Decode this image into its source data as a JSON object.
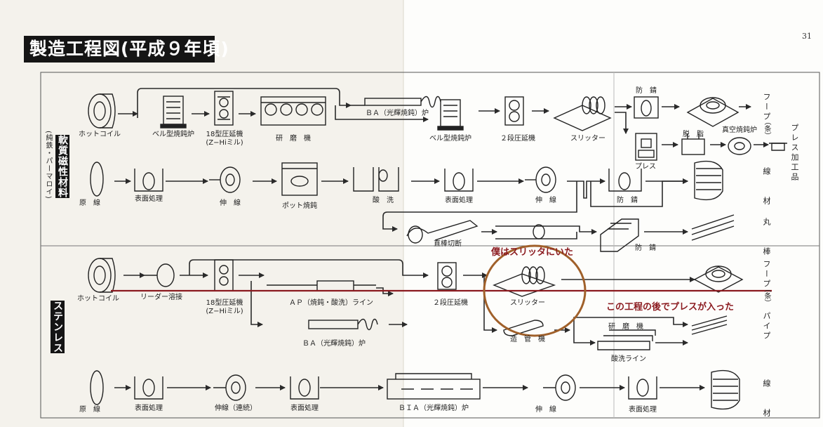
{
  "header": {
    "title": "製造工程図(平成９年頃)",
    "page_number": "31"
  },
  "categories": {
    "soft_magnetic": "軟質磁性材料",
    "soft_magnetic_sub": "(純鉄・パーマロイ)",
    "stainless": "ステンレス"
  },
  "rows": {
    "r1": {
      "hot_coil": "ホットコイル",
      "bell_furnace": "ベル型焼鈍炉",
      "mill18": "18型圧延機",
      "mill18_sub": "(Z−Hiミル)",
      "grinder": "研　磨　機",
      "ba": "ＢＡ（光輝焼鈍）炉",
      "bell_furnace2": "ベル型焼鈍炉",
      "mill2": "２段圧延機",
      "slitter": "スリッター"
    },
    "r2": {
      "raw_wire": "原　線",
      "surface": "表面処理",
      "drawing": "伸　線",
      "pot": "ポット焼鈍",
      "pickling": "酸　洗",
      "surface2": "表面処理",
      "drawing2": "伸　線",
      "rustproof": "防　錆"
    },
    "r3": {
      "straighten": "直棒切断",
      "rustproof": "防　錆"
    },
    "r4": {
      "hot_coil": "ホットコイル",
      "welding": "リーダー溶接",
      "mill18": "18型圧延機",
      "mill18_sub": "(Z−Hiミル)",
      "ap": "ＡＰ（焼鈍・酸洗）ライン",
      "mill2": "２段圧延機",
      "slitter": "スリッター"
    },
    "r5": {
      "ba": "ＢＡ（光輝焼鈍）炉",
      "pipe": "造　管　機",
      "grinder": "研　磨　機",
      "washing": "酸洗ライン"
    },
    "r6": {
      "raw_wire": "原　線",
      "surface": "表面処理",
      "drawing": "伸線（連続）",
      "surface2": "表面処理",
      "ba": "ＢＩＡ（光輝焼鈍）炉",
      "drawing2": "伸　線",
      "surface3": "表面処理"
    }
  },
  "right_column": {
    "rustproof": "防　錆",
    "hoop": "フープ",
    "hoop_sub": "（条）",
    "degrease": "脱　脂",
    "vacuum": "真空焼鈍炉",
    "press": "プレス",
    "press_work": "プレス加工品",
    "wire": "線　材",
    "round_bar": "丸　棒",
    "hoop2": "フープ",
    "hoop2_sub": "（条）",
    "pipe": "パイプ",
    "wire2": "線　材"
  },
  "annotations": {
    "slitter_note": "僕はスリッタにいた",
    "press_note": "この工程の後でプレスが入った"
  },
  "colors": {
    "annotation": "#8b1a1f",
    "line": "#8b1a1f",
    "circle": "#a0602a"
  }
}
